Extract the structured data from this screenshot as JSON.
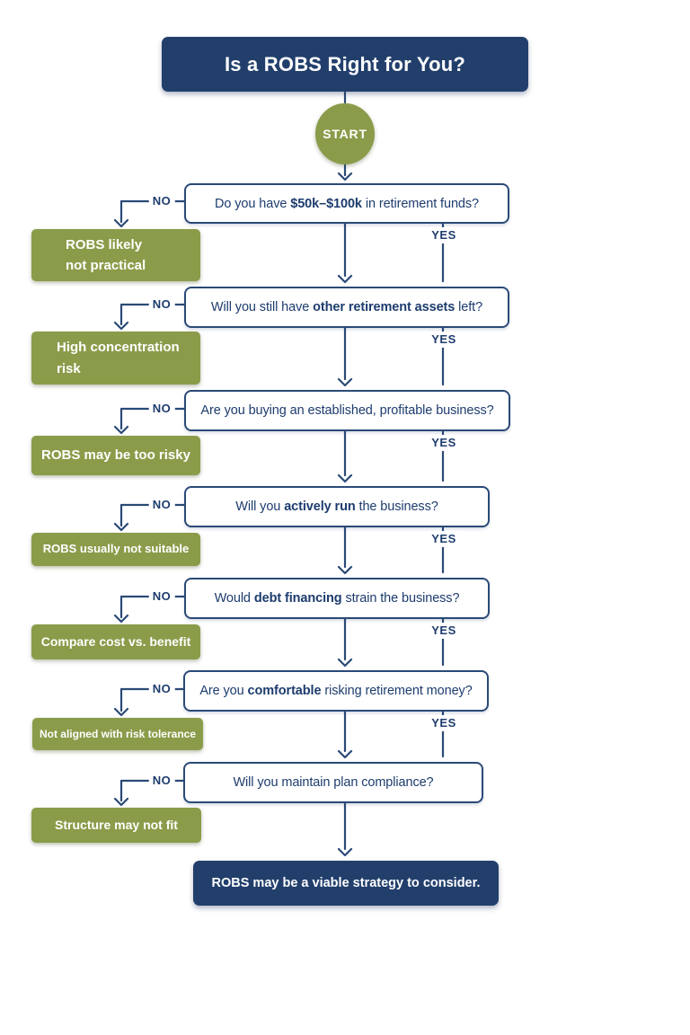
{
  "title": "Is a ROBS Right for You?",
  "start_label": "START",
  "labels": {
    "no": "NO",
    "yes": "YES"
  },
  "colors": {
    "navy_fill": "#223f6c",
    "green_fill": "#8a9c4a",
    "line": "#2a4a77",
    "question_text": "#1d3c6e",
    "background": "#ffffff"
  },
  "questions": [
    {
      "pre": "Do you have ",
      "bold": "$50k–$100k",
      "post": " in retirement funds?",
      "no_outcome": "ROBS likely\nnot practical"
    },
    {
      "pre": "Will you still have ",
      "bold": "other retirement assets",
      "post": " left?",
      "no_outcome": "High concentration\nrisk"
    },
    {
      "pre": "Are you buying an established, profitable business?",
      "bold": "",
      "post": "",
      "no_outcome": "ROBS may be too risky"
    },
    {
      "pre": "Will you ",
      "bold": "actively run",
      "post": " the business?",
      "no_outcome": "ROBS usually not suitable"
    },
    {
      "pre": "Would ",
      "bold": "debt financing",
      "post": " strain the business?",
      "no_outcome": "Compare cost vs. benefit"
    },
    {
      "pre": "Are you ",
      "bold": "comfortable",
      "post": " risking retirement money?",
      "no_outcome": "Not aligned with risk tolerance"
    },
    {
      "pre": "Will you maintain plan compliance?",
      "bold": "",
      "post": "",
      "no_outcome": "Structure may not fit"
    }
  ],
  "final": {
    "pre": "",
    "bold": "ROBS",
    "post": " may be a viable strategy to consider."
  }
}
